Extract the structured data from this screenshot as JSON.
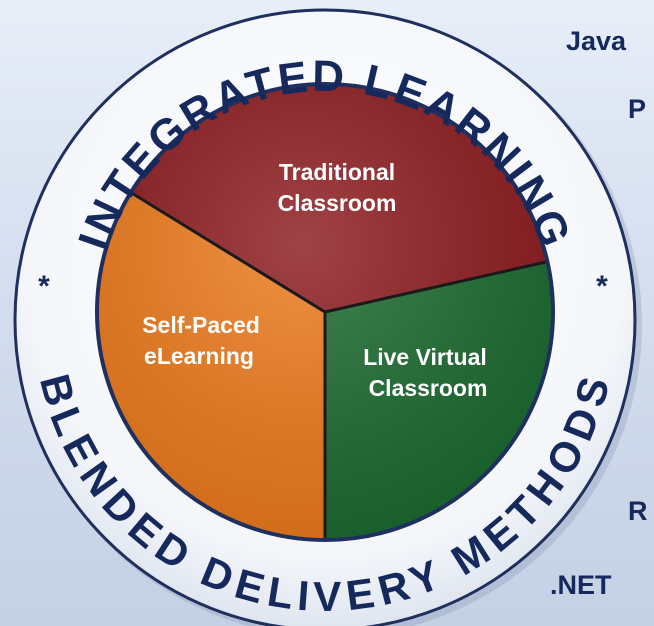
{
  "badge": {
    "ring_top_text": "INTEGRATED LEARNING",
    "ring_bottom_text": "BLENDED DELIVERY METHODS",
    "separator_symbol": "*",
    "segments": [
      {
        "id": "traditional-classroom",
        "line1": "Traditional",
        "line2": "Classroom",
        "color": "#8c1a1e"
      },
      {
        "id": "self-paced-elearning",
        "line1": "Self-Paced",
        "line2": "eLearning",
        "color": "#ed7a1b"
      },
      {
        "id": "live-virtual-classroom",
        "line1": "Live Virtual",
        "line2": "Classroom",
        "color": "#1b6b2f"
      }
    ],
    "ring_text_color": "#16295c",
    "segment_text_color": "#ffffff"
  },
  "side_text": {
    "item1": "Java",
    "item2": "P",
    "item3": "R",
    "item4": ".NET"
  }
}
